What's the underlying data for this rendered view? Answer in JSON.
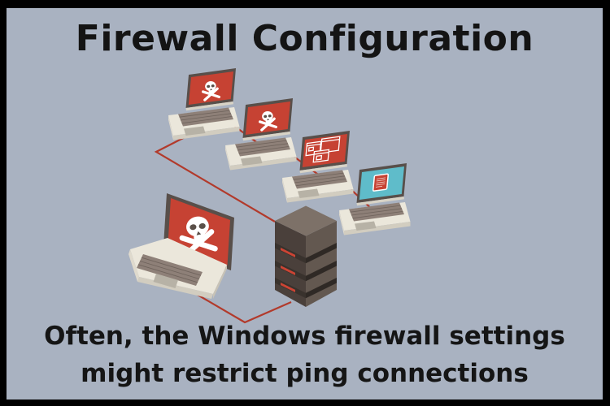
{
  "title": "Firewall Configuration",
  "caption": {
    "line1": "Often, the Windows firewall settings",
    "line2": "might restrict ping connections"
  },
  "colors": {
    "background": "#a9b2c1",
    "border": "#000000",
    "text": "#141414",
    "screen_red": "#c64233",
    "line_red": "#b23a2b",
    "screen_cyan": "#5fbcca",
    "laptop_body": "#ebe7db",
    "laptop_frame": "#584f4a",
    "keyboard": "#8e8078",
    "server_top": "#7d7168",
    "server_left": "#4a403b",
    "server_right": "#635850",
    "led_red": "#cc4434",
    "skull_white": "#ffffff"
  },
  "illustration": {
    "nodes": [
      {
        "type": "laptop",
        "icon": "skull-crossbones-icon"
      },
      {
        "type": "laptop",
        "icon": "skull-crossbones-icon"
      },
      {
        "type": "laptop",
        "icon": "error-windows-icon"
      },
      {
        "type": "laptop",
        "icon": "file-icon"
      },
      {
        "type": "laptop-large",
        "icon": "skull-crossbones-icon"
      },
      {
        "type": "server-tower",
        "icon": "server-icon"
      }
    ],
    "connection_style": "red network lines"
  }
}
